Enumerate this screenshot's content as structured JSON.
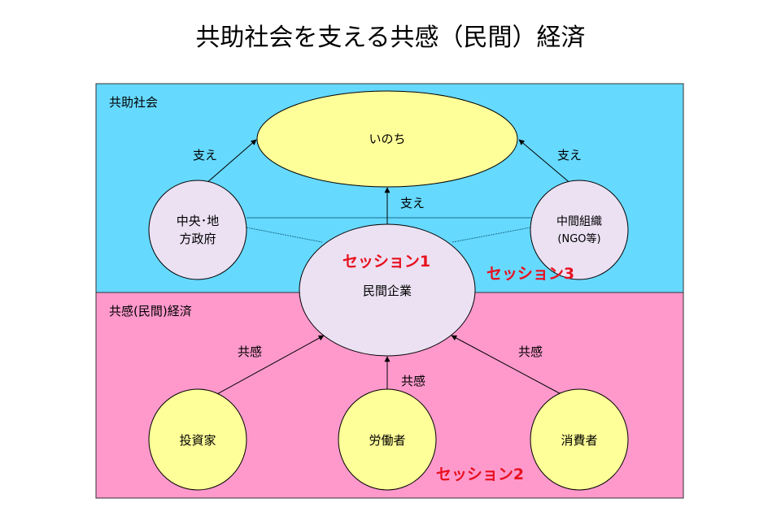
{
  "title": "共助社会を支える共感（民間）経済",
  "colors": {
    "upper_bg": "#66d9ff",
    "lower_bg": "#ff99cc",
    "yellow_node": "#ffff99",
    "lavender_node": "#ebe1f3",
    "session": "#e8101e"
  },
  "upper_region": {
    "label": "共助社会"
  },
  "lower_region": {
    "label": "共感(民間)経済"
  },
  "nodes": {
    "life": "いのち",
    "government_line1": "中央･地",
    "government_line2": "方政府",
    "intermediate_line1": "中間組織",
    "intermediate_line2": "(NGO等)",
    "private_company": "民間企業",
    "investor": "投資家",
    "worker": "労働者",
    "consumer": "消費者"
  },
  "edges": {
    "support_left": "支え",
    "support_center": "支え",
    "support_right": "支え",
    "empathy_left": "共感",
    "empathy_center": "共感",
    "empathy_right": "共感"
  },
  "sessions": {
    "s1": "セッション1",
    "s2": "セッション2",
    "s3": "セッション3"
  }
}
